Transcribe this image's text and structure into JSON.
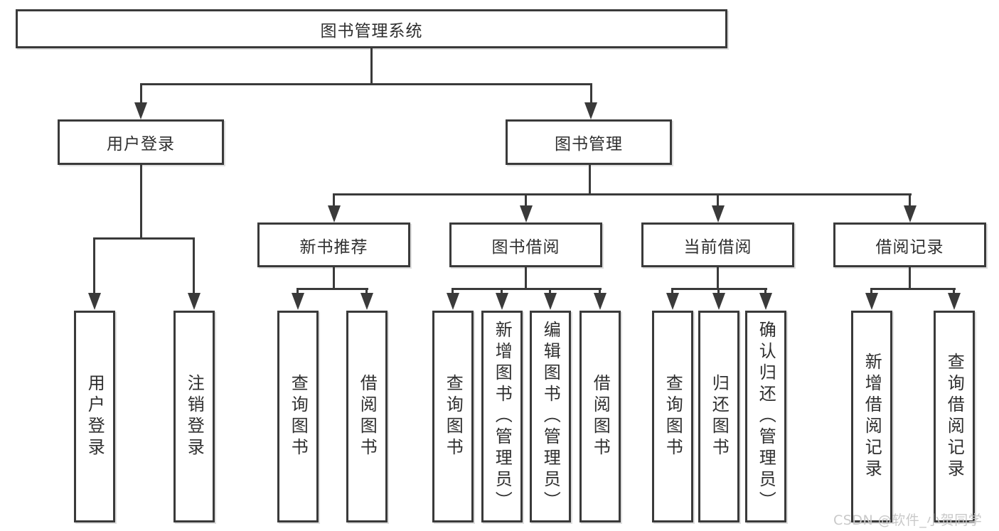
{
  "root": {
    "label": "图书管理系统"
  },
  "user_login": {
    "label": "用户登录",
    "children": [
      {
        "label": "用户登录"
      },
      {
        "label": "注销登录"
      }
    ]
  },
  "book_management": {
    "label": "图书管理",
    "children": [
      {
        "label": "新书推荐",
        "children": [
          {
            "label": "查询图书"
          },
          {
            "label": "借阅图书"
          }
        ]
      },
      {
        "label": "图书借阅",
        "children": [
          {
            "label": "查询图书"
          },
          {
            "label": "新增图书（管理员）"
          },
          {
            "label": "编辑图书（管理员）"
          },
          {
            "label": "借阅图书"
          }
        ]
      },
      {
        "label": "当前借阅",
        "children": [
          {
            "label": "查询图书"
          },
          {
            "label": "归还图书"
          },
          {
            "label": "确认归还（管理员）"
          }
        ]
      },
      {
        "label": "借阅记录",
        "children": [
          {
            "label": "新增借阅记录"
          },
          {
            "label": "查询借阅记录"
          }
        ]
      }
    ]
  },
  "watermark": "CSDN @软件_小贺同学",
  "colors": {
    "line": "#3a3a3a",
    "watermark": "#c9c9c9",
    "node_fill": "#ffffff"
  }
}
